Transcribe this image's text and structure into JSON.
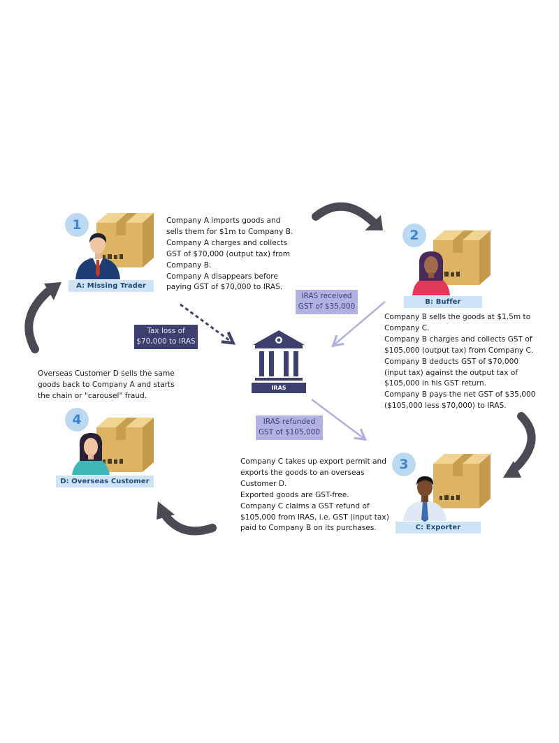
{
  "nodes": [
    {
      "id": "A",
      "number": "1",
      "label": "A: Missing Trader"
    },
    {
      "id": "B",
      "number": "2",
      "label": "B: Buffer"
    },
    {
      "id": "C",
      "number": "3",
      "label": "C: Exporter"
    },
    {
      "id": "D",
      "number": "4",
      "label": "D: Overseas Customer"
    }
  ],
  "descriptions": {
    "a": [
      "Company A imports goods and",
      "sells them for $1m to Company B.",
      "Company A charges and collects",
      "GST of $70,000 (output tax) from",
      "Company B.",
      "Company A disappears before",
      "paying GST of $70,000 to IRAS."
    ],
    "b": [
      "Company B sells the goods at $1.5m to",
      "Company C.",
      "Company B charges and collects GST of",
      "$105,000 (output tax) from Company C.",
      "Company B deducts GST of $70,000",
      "(input tax) against the output tax of",
      "$105,000 in his GST return.",
      "Company B pays the net GST of $35,000",
      "($105,000 less $70,000) to IRAS."
    ],
    "c": [
      "Company C takes up export permit and",
      "exports the goods to an overseas",
      "Customer D.",
      "Exported goods are GST-free.",
      "Company C claims a GST refund of",
      "$105,000 from IRAS, i.e. GST (input tax)",
      "paid to Company B on its purchases."
    ],
    "d": [
      "Overseas Customer D sells the same",
      "goods back to Company A and starts",
      "the chain or \"carousel\" fraud."
    ]
  },
  "flows": {
    "tax_loss": [
      "Tax loss of",
      "$70,000 to IRAS"
    ],
    "iras_received": [
      "IRAS received",
      "GST of $35,000"
    ],
    "iras_refunded": [
      "IRAS refunded",
      "GST of $105,000"
    ]
  },
  "center": {
    "label": "IRAS"
  },
  "colors": {
    "arrow": "#4a4a55",
    "flow_arrow": "#b0b0e0",
    "dashed_arrow": "#3d3f6f",
    "iras_building": "#3d3f6f",
    "badge_fill": "#bcd9f3",
    "badge_text": "#3f86cf",
    "label_fill": "#cfe3f7",
    "label_text": "#214a7a",
    "box": "#dcb463"
  },
  "icons": [
    "cardboard-box-icon",
    "businessman-icon",
    "woman-icon",
    "bank-building-icon",
    "curved-arrow-icon"
  ]
}
